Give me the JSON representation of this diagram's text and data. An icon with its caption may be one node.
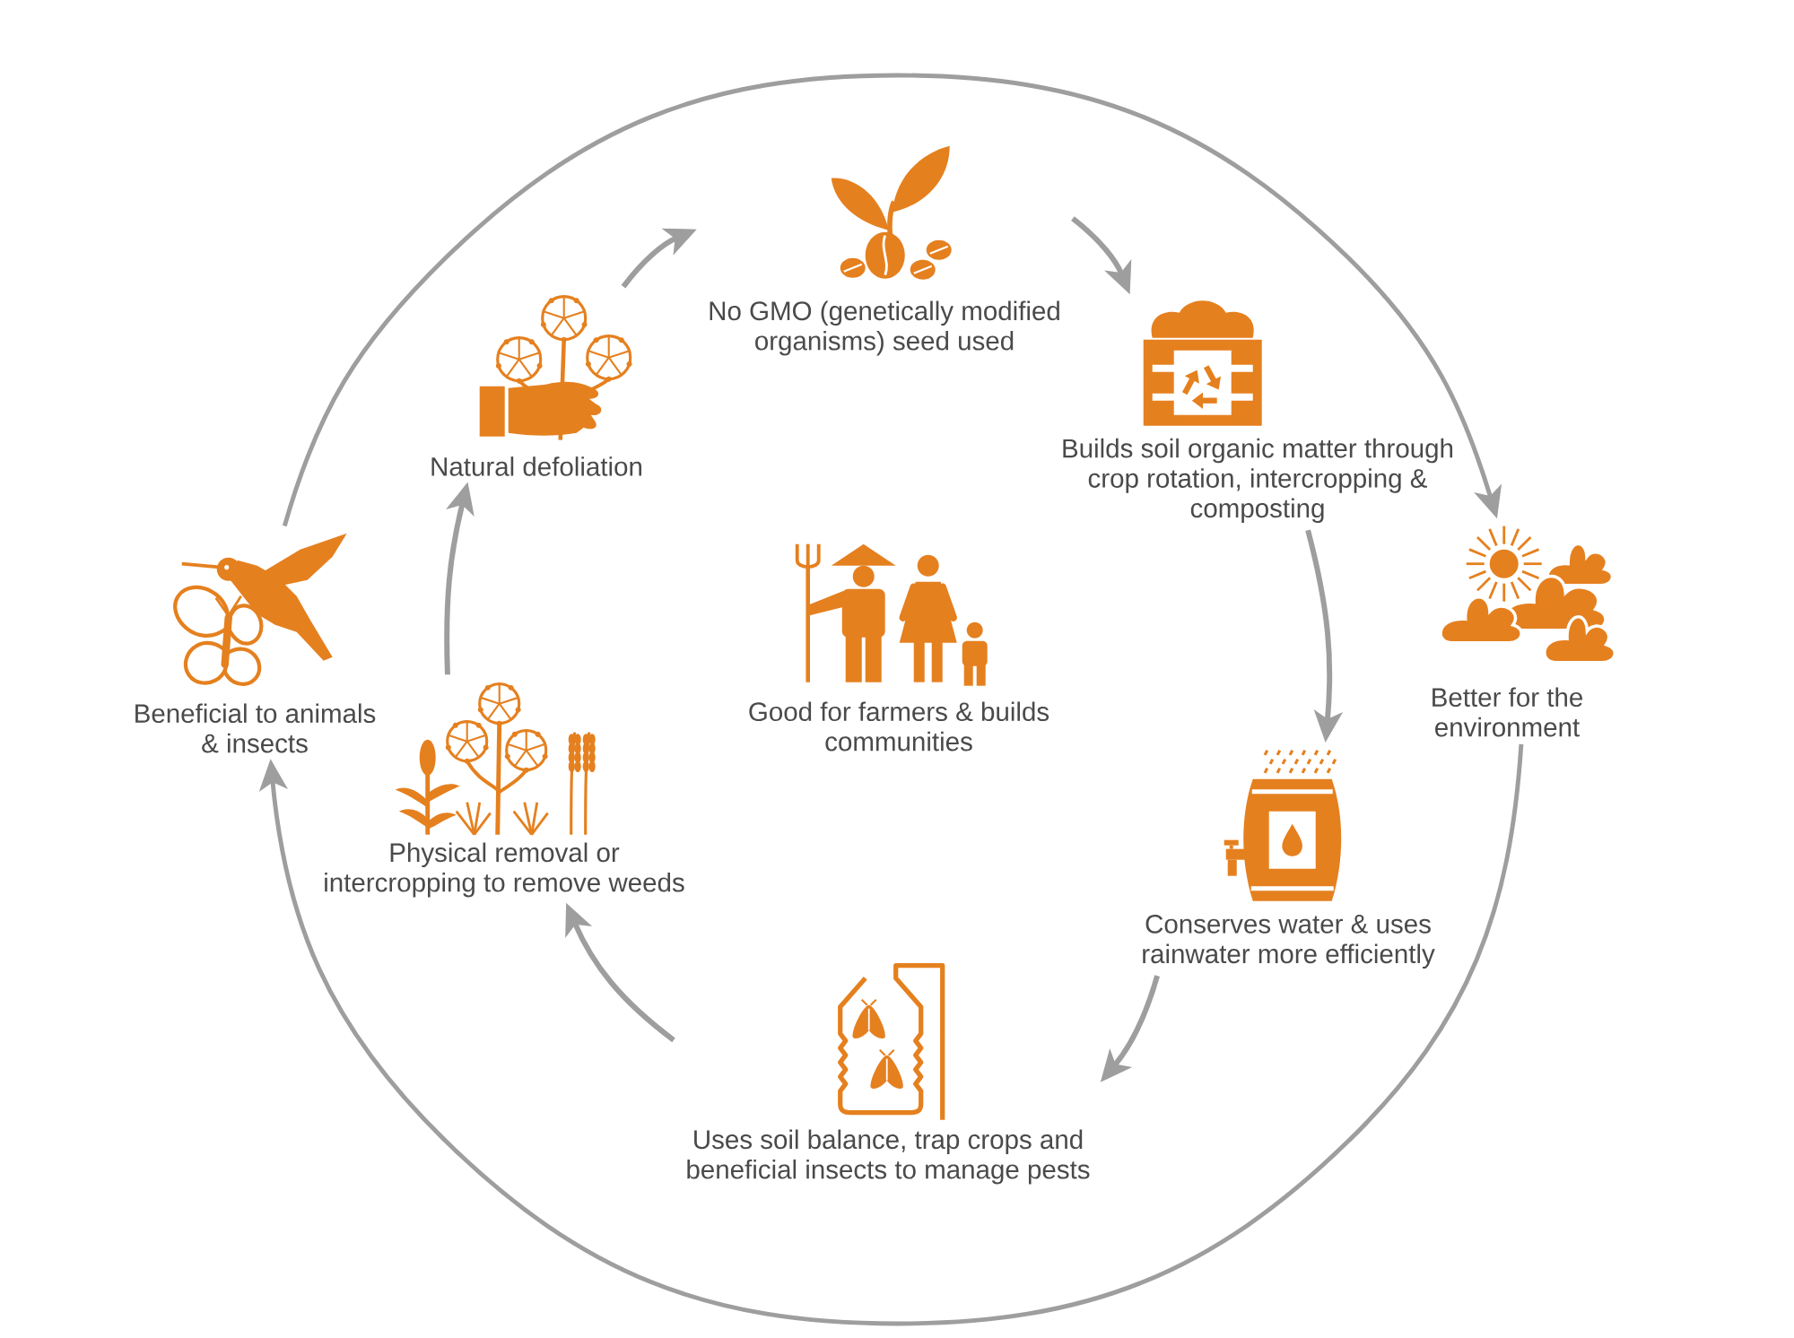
{
  "diagram": {
    "nodes": [
      {
        "text": [
          "No GMO (genetically modified organisms) seed used"
        ]
      },
      {
        "text": [
          "Natural defoliation"
        ]
      },
      {
        "text": [
          "Builds soil organic matter through crop rotation, intercropping & composting"
        ]
      },
      {
        "text": [
          "Beneficial to animals & insects"
        ]
      },
      {
        "text": [
          "Better for the environment"
        ]
      },
      {
        "text": [
          "Good for farmers & builds communities"
        ]
      },
      {
        "text": [
          "Physical removal or intercropping to remove weeds"
        ]
      },
      {
        "text": [
          "Conserves water & uses rainwater more efficiently"
        ]
      },
      {
        "text": [
          "Uses soil balance, trap crops and beneficial insects to manage pests"
        ]
      }
    ],
    "edges": [
      {
        "from": 1,
        "to": 0,
        "arrow": "to"
      },
      {
        "from": 0,
        "to": 2,
        "arrow": "to"
      },
      {
        "from": 2,
        "to": 7,
        "arrow": "to"
      },
      {
        "from": 7,
        "to": 8,
        "arrow": "to"
      },
      {
        "from": 8,
        "to": 6,
        "arrow": "to"
      },
      {
        "from": 6,
        "to": 1,
        "arrow": "to"
      },
      {
        "from": 3,
        "to": 4,
        "arrow": "to"
      },
      {
        "from": 4,
        "to": 3,
        "arrow": "to"
      }
    ]
  }
}
